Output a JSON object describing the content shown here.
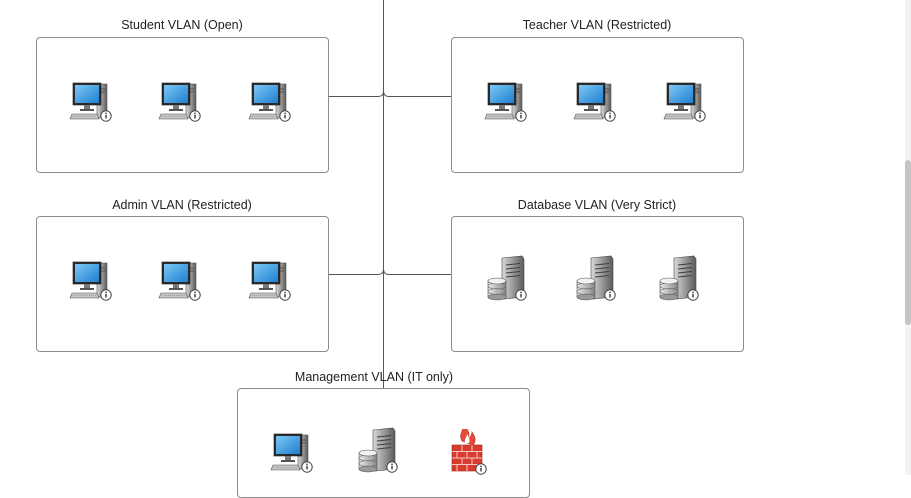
{
  "diagram": {
    "vlans": [
      {
        "id": "student",
        "title": "Student VLAN (Open)",
        "devices": [
          "workstation",
          "workstation",
          "workstation"
        ]
      },
      {
        "id": "teacher",
        "title": "Teacher VLAN (Restricted)",
        "devices": [
          "workstation",
          "workstation",
          "workstation"
        ]
      },
      {
        "id": "admin",
        "title": "Admin VLAN (Restricted)",
        "devices": [
          "workstation",
          "workstation",
          "workstation"
        ]
      },
      {
        "id": "database",
        "title": "Database VLAN (Very Strict)",
        "devices": [
          "database-server",
          "database-server",
          "database-server"
        ]
      },
      {
        "id": "management",
        "title": "Management VLAN (IT only)",
        "devices": [
          "workstation",
          "server",
          "firewall"
        ]
      }
    ],
    "colors": {
      "border": "#8c8c8c",
      "line": "#555555",
      "screen": "#3ea0e6",
      "info_badge": "#ffffff"
    }
  }
}
